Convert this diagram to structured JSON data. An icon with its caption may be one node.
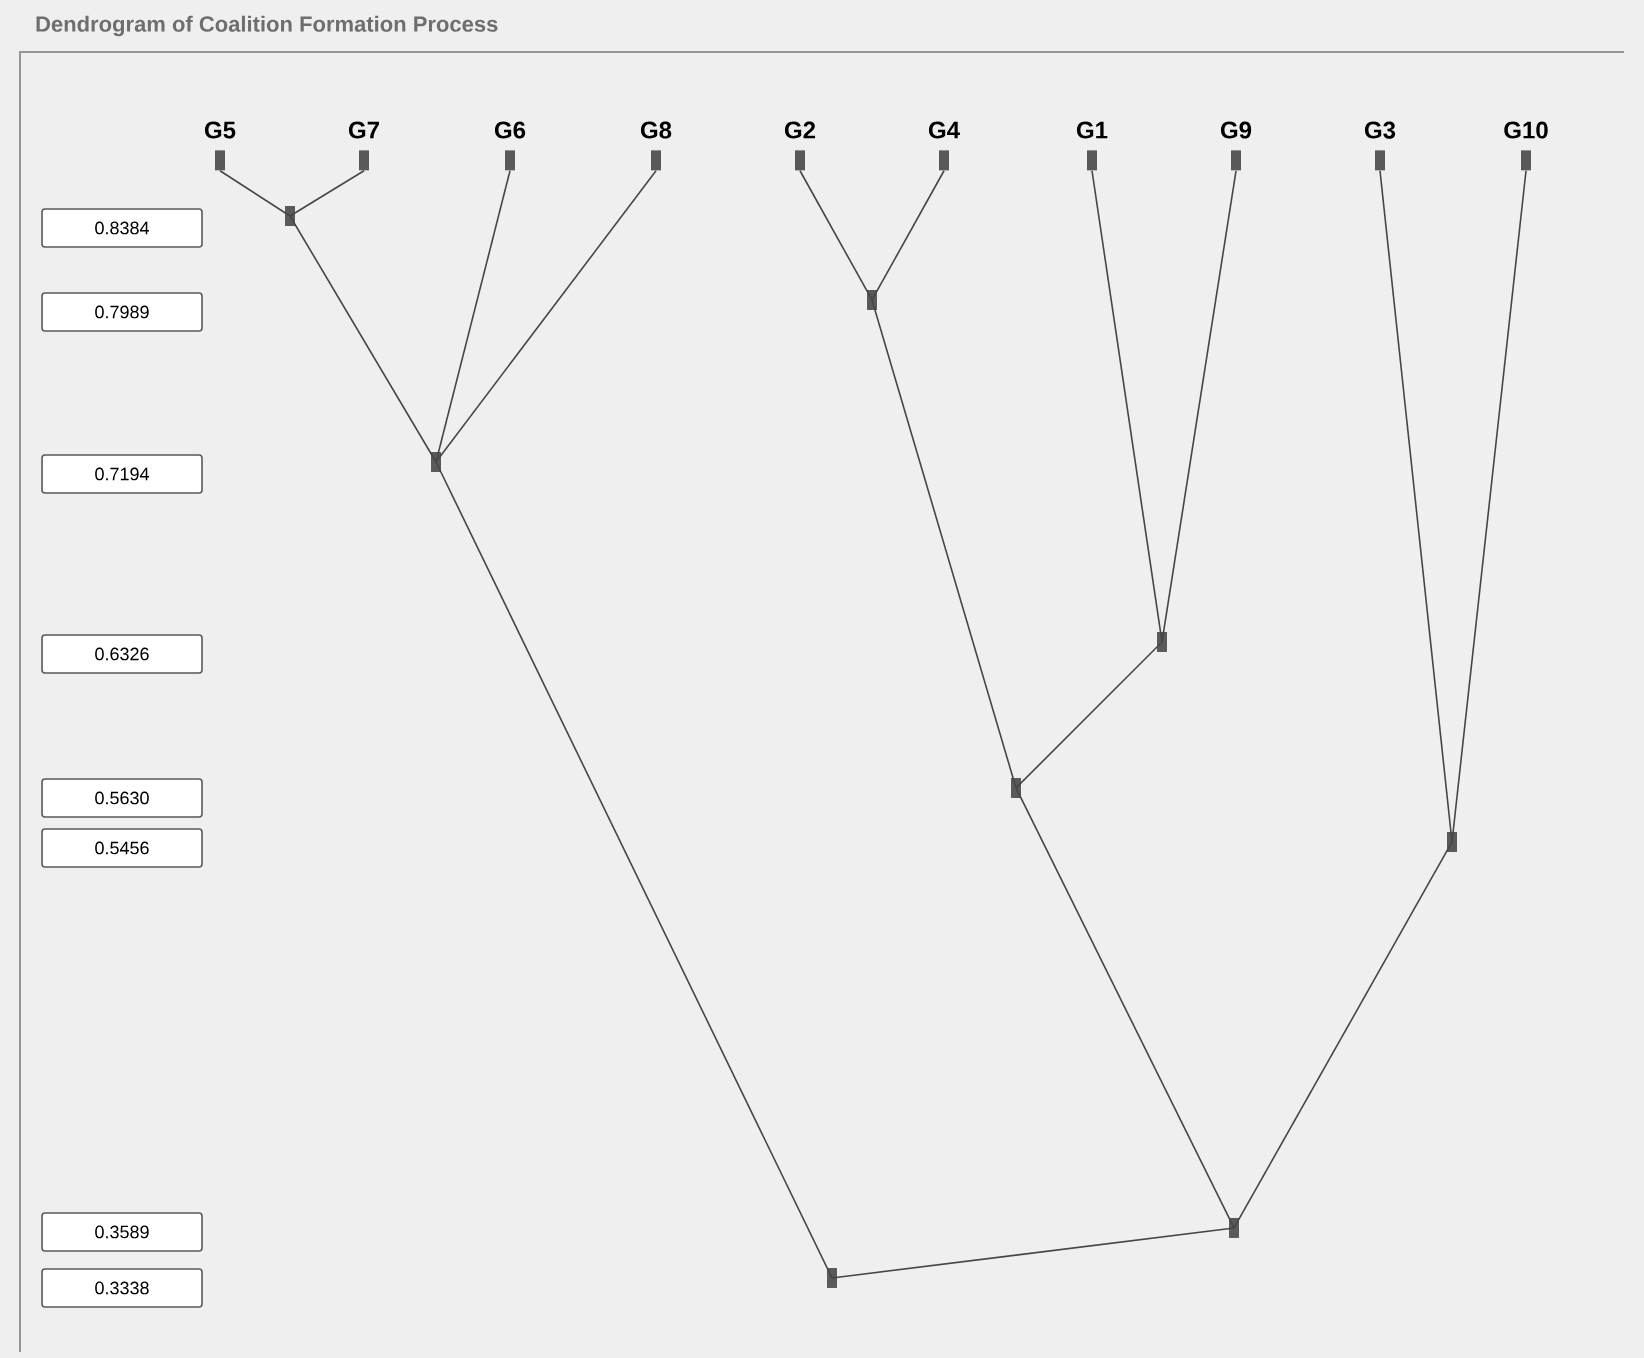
{
  "diagram": {
    "title": "Dendrogram of Coalition Formation Process",
    "nodes": [
      {
        "text": [
          "G5"
        ]
      },
      {
        "text": [
          "G7"
        ]
      },
      {
        "text": [
          "G6"
        ]
      },
      {
        "text": [
          "G8"
        ]
      },
      {
        "text": [
          "G2"
        ]
      },
      {
        "text": [
          "G4"
        ]
      },
      {
        "text": [
          "G1"
        ]
      },
      {
        "text": [
          "G9"
        ]
      },
      {
        "text": [
          "G3"
        ]
      },
      {
        "text": [
          "G10"
        ]
      },
      {
        "text": [],
        "shape": "bar"
      },
      {
        "text": [],
        "shape": "bar"
      },
      {
        "text": [],
        "shape": "bar"
      },
      {
        "text": [],
        "shape": "bar"
      },
      {
        "text": [],
        "shape": "bar"
      },
      {
        "text": [],
        "shape": "bar"
      },
      {
        "text": [],
        "shape": "bar"
      },
      {
        "text": [],
        "shape": "bar"
      }
    ],
    "edges": [
      {
        "from": 0,
        "to": 10,
        "arrow": "none"
      },
      {
        "from": 1,
        "to": 10,
        "arrow": "none"
      },
      {
        "from": 4,
        "to": 11,
        "arrow": "none"
      },
      {
        "from": 5,
        "to": 11,
        "arrow": "none"
      },
      {
        "from": 10,
        "to": 12,
        "arrow": "none"
      },
      {
        "from": 2,
        "to": 12,
        "arrow": "none"
      },
      {
        "from": 3,
        "to": 12,
        "arrow": "none"
      },
      {
        "from": 6,
        "to": 13,
        "arrow": "none"
      },
      {
        "from": 7,
        "to": 13,
        "arrow": "none"
      },
      {
        "from": 11,
        "to": 14,
        "arrow": "none"
      },
      {
        "from": 13,
        "to": 14,
        "arrow": "none"
      },
      {
        "from": 8,
        "to": 15,
        "arrow": "none"
      },
      {
        "from": 9,
        "to": 15,
        "arrow": "none"
      },
      {
        "from": 14,
        "to": 16,
        "arrow": "none"
      },
      {
        "from": 15,
        "to": 16,
        "arrow": "none"
      },
      {
        "from": 12,
        "to": 17,
        "arrow": "none"
      },
      {
        "from": 16,
        "to": 17,
        "arrow": "none"
      }
    ],
    "labels": [
      "0.8384",
      "0.7989",
      "0.7194",
      "0.6326",
      "0.5630",
      "0.5456",
      "0.3589",
      "0.3338"
    ]
  }
}
